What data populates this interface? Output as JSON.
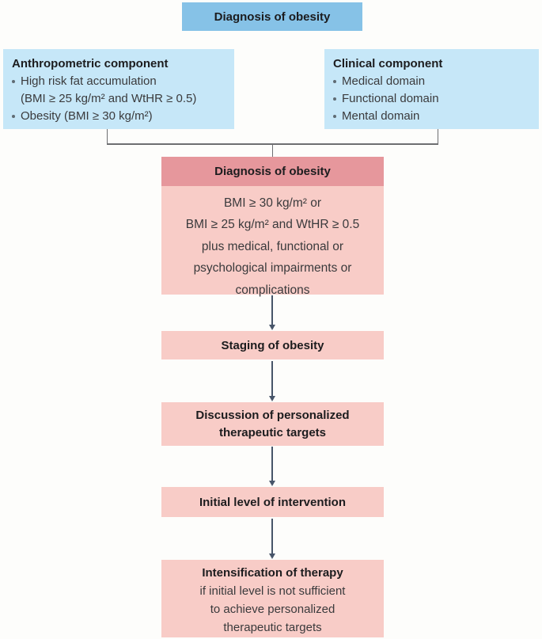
{
  "top_box": {
    "label": "Diagnosis of obesity"
  },
  "anthropometric_box": {
    "heading": "Anthropometric component",
    "items": [
      {
        "lines": [
          "High risk fat accumulation",
          "(BMI ≥ 25 kg/m² and WtHR ≥ 0.5)"
        ]
      },
      {
        "lines": [
          "Obesity (BMI ≥ 30 kg/m²)"
        ]
      }
    ]
  },
  "clinical_box": {
    "heading": "Clinical component",
    "items": [
      {
        "lines": [
          "Medical domain"
        ]
      },
      {
        "lines": [
          "Functional domain"
        ]
      },
      {
        "lines": [
          "Mental domain"
        ]
      }
    ]
  },
  "diagnosis_box": {
    "heading": "Diagnosis of obesity",
    "body_lines": [
      "BMI ≥ 30 kg/m² or",
      "BMI ≥ 25 kg/m² and WtHR ≥ 0.5",
      "plus medical, functional or",
      "psychological impairments or",
      "complications"
    ]
  },
  "staging_box": {
    "label": "Staging of obesity"
  },
  "discussion_box": {
    "lines": [
      "Discussion of personalized",
      "therapeutic targets"
    ]
  },
  "initial_box": {
    "label": "Initial level of intervention"
  },
  "intensification_box": {
    "heading": "Intensification of therapy",
    "body_lines": [
      "if initial level is not sufficient",
      "to achieve personalized",
      "therapeutic targets"
    ]
  },
  "colors": {
    "title_blue": "#86c2e7",
    "component_blue": "#c6e7f8",
    "diagnosis_header_pink": "#e6979c",
    "flow_box_pink": "#f8ccc7",
    "arrow": "#475569",
    "bracket_line": "#6d6e71"
  }
}
